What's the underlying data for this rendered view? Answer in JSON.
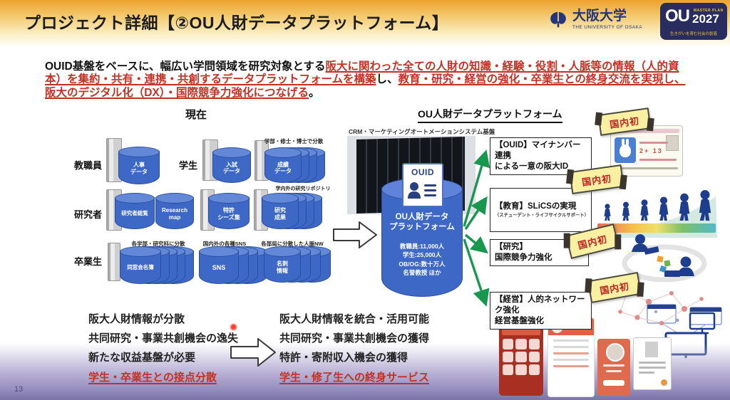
{
  "header": {
    "title": "プロジェクト詳細【②OU人財データプラットフォーム】",
    "university": {
      "name": "大阪大学",
      "subtitle": "THE UNIVERSITY OF OSAKA"
    },
    "ou2027": {
      "ou": "OU",
      "master_plan": "MASTER PLAN",
      "year": "2027",
      "tagline": "生きがいを育む社会の創造"
    }
  },
  "intro": {
    "seg1": "OUID基盤をベースに、幅広い学問領域を研究対象とする",
    "seg2": "阪大に関わった全ての人財の知識・経験・役割・人脈等の情報（人的資本）を集約・共有・連携・共創するデータプラットフォームを構築",
    "seg3": "し、",
    "seg4": "教育・研究・経営の強化・卒業生との終身交流を実現し、阪大のデジタル化（DX）・国際競争力強化につなげる",
    "seg5": "。"
  },
  "current": {
    "heading": "現在",
    "labels": {
      "staff": "教職員",
      "students": "学生",
      "researchers": "研究者",
      "alumni": "卒業生"
    },
    "notes": {
      "grades": "学部・修士・博士で分散",
      "repository": "学内外の研究リポジトリ",
      "alumni": "各学部・研究科に分散",
      "sns": "国内外の各種SNS",
      "network": "各部局に分散した人脈NW"
    },
    "cylinders": {
      "hr": "人事\nデータ",
      "admission": "入試\nデータ",
      "grades": "成績\nデータ",
      "directory": "研究者総覧",
      "researchmap": "Research\nmap",
      "patents": "特許\nシーズ集",
      "results": "研究\n成果",
      "alumni_roster": "同窓会名簿",
      "sns": "SNS",
      "cards": "名刺\n情報"
    }
  },
  "platform": {
    "heading": "OU人財データプラットフォーム",
    "crm": "CRM・マーケティングオートメーションシステム基盤",
    "ouid": "OUID",
    "cylinder": "OU人財データ\nプラットフォーム",
    "stats": "教職員:11,000人\n学生:25,000人\nOB/OG:数十万人\n名誉教授 ほか"
  },
  "outcomes": {
    "badge": "国内初",
    "ouid": "【OUID】マイナンバー連携\nによる一意の阪大ID",
    "education": "【教育】SLiCSの実現",
    "education_sub": "（スチューデント・ライフサイクルサポート）",
    "research": "【研究】\n国際競争力強化",
    "management": "【経営】人的ネットワーク強化\n経営基盤強化"
  },
  "comparison": {
    "before": {
      "lines": [
        "阪大人財情報が分散",
        "共同研究・事業共創機会の逸失",
        "新たな収益基盤が必要"
      ],
      "highlight": "学生・卒業生との接点分散"
    },
    "after": {
      "lines": [
        "阪大人財情報を統合・活用可能",
        "共同研究・事業共創機会の獲得",
        "特許・寄附収入機会の獲得"
      ],
      "highlight": "学生・修了生への終身サービス"
    }
  },
  "page_number": "13",
  "icons": {
    "university_logo": "ginkgo-leaf",
    "ouid_card": "person-id-card",
    "database": "blue-cylinder",
    "binder": "grey-file-binder",
    "transform_arrow": "white-block-arrow-right",
    "result_arrow": "green-arrow",
    "ribbon": "yellow-first-in-japan-tag",
    "pointer": "red-laser-dot"
  },
  "colors": {
    "accent_red": "#c43024",
    "cylinder_blue": "#3d68c5",
    "arrow_green": "#17984e",
    "badge_yellow": "#f9f0a2",
    "header_orange": "#eea32f",
    "footer_purple": "#7b72a6",
    "logo_navy": "#282c5e"
  }
}
